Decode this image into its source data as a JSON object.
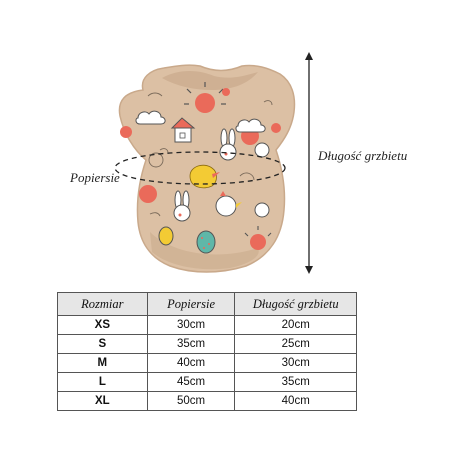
{
  "labels": {
    "chest": "Popiersie",
    "back_length": "Długość grzbietu"
  },
  "table": {
    "headers": [
      "Rozmiar",
      "Popiersie",
      "Długość grzbietu"
    ],
    "rows": [
      [
        "XS",
        "30cm",
        "20cm"
      ],
      [
        "S",
        "35cm",
        "25cm"
      ],
      [
        "M",
        "40cm",
        "30cm"
      ],
      [
        "L",
        "45cm",
        "35cm"
      ],
      [
        "XL",
        "50cm",
        "40cm"
      ]
    ]
  },
  "colors": {
    "garment": "#dcc0a4",
    "garment_shadow": "#c9a98b",
    "accent_red": "#ea6a5a",
    "accent_yellow": "#f3cb34",
    "accent_teal": "#5fb7a8"
  }
}
